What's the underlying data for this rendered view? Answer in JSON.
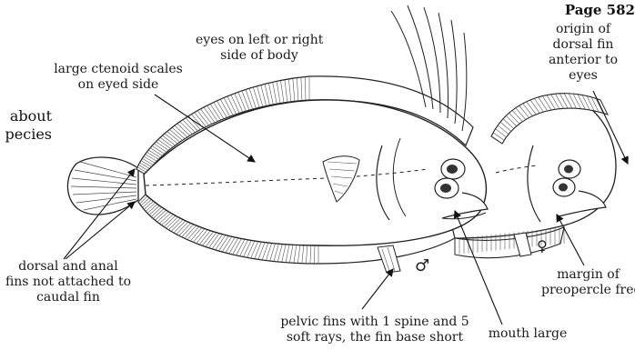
{
  "page_label": "Page 582",
  "left_clipped_text": [
    "about",
    "pecies"
  ],
  "labels": {
    "eyes": [
      "eyes on left or right",
      "side of body"
    ],
    "scales": [
      "large ctenoid scales",
      "on eyed side"
    ],
    "dorsal_origin": [
      "origin of",
      "dorsal fin",
      "anterior to",
      "eyes"
    ],
    "dorsal_anal": [
      "dorsal and anal",
      "fins not attached to",
      "caudal fin"
    ],
    "pelvic": [
      "pelvic fins with 1 spine and 5",
      "soft rays, the fin base short"
    ],
    "mouth": [
      "mouth large"
    ],
    "preopercle": [
      "margin of",
      "preopercle free"
    ]
  },
  "sex_symbols": {
    "male": "♂",
    "female": "♀"
  }
}
